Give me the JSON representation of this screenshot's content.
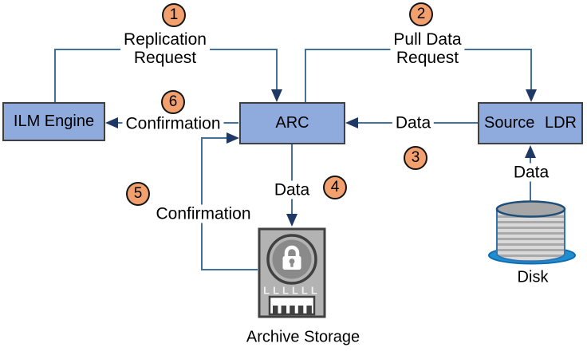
{
  "diagram": {
    "description": "Archive replication data flow",
    "nodes": {
      "ilm_engine": {
        "label": "ILM Engine"
      },
      "arc": {
        "label": "ARC"
      },
      "source_ldr": {
        "label": "Source LDR"
      },
      "archive_storage": {
        "label": "Archive Storage"
      },
      "disk": {
        "label": "Disk"
      }
    },
    "steps": [
      {
        "number": "1",
        "label": "Replication Request"
      },
      {
        "number": "2",
        "label": "Pull Data Request"
      },
      {
        "number": "3",
        "label": "Data"
      },
      {
        "number": "4",
        "label": "Data"
      },
      {
        "number": "5",
        "label": "Confirmation"
      },
      {
        "number": "6",
        "label": "Confirmation"
      }
    ],
    "edge_labels": {
      "step1_line1": "Replication",
      "step1_line2": "Request",
      "step2_line1": "Pull Data",
      "step2_line2": "Request",
      "data_source_to_arc": "Data",
      "data_arc_to_archive": "Data",
      "data_disk_to_source": "Data",
      "confirm_arc_to_ilm": "Confirmation",
      "confirm_archive_to_arc": "Confirmation"
    },
    "icons": {
      "archive_lock_text": "LLLLLL"
    },
    "colors": {
      "node_fill": "#8FAADC",
      "node_border": "#404040",
      "wire": "#41719C",
      "arrowhead": "#1F3864",
      "badge_fill": "#F2A06E",
      "badge_border": "#141414",
      "archive_gray": "#B3B3B3",
      "archive_dark": "#404040",
      "archive_inner_circle": "#8A8A8A",
      "disk_outline_blue": "#1F4E79",
      "disk_base_blue": "#1E8FCC",
      "disk_stripe_light": "#D9D9D9",
      "disk_stripe_dark": "#A9A9A9",
      "background": "#FFFFFF"
    }
  }
}
